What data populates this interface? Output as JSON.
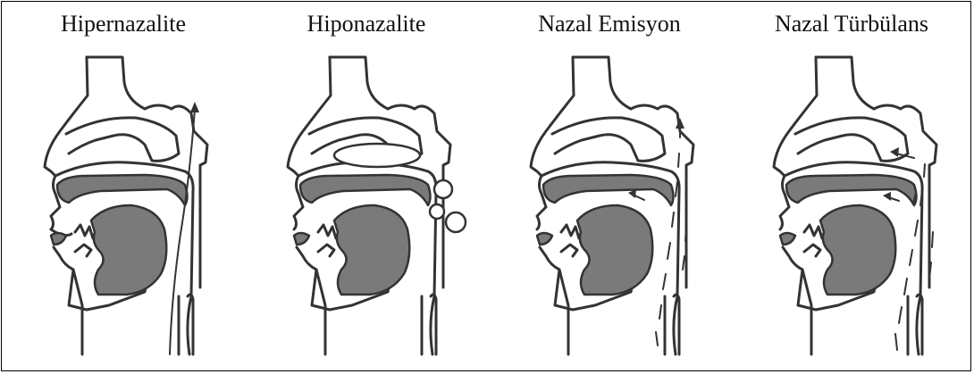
{
  "panels": [
    {
      "title": "Hipernazalite"
    },
    {
      "title": "Hiponazalite"
    },
    {
      "title": "Nazal Emisyon"
    },
    {
      "title": "Nazal Türbülans"
    }
  ],
  "colors": {
    "tissue": "#7a7a7a",
    "outline": "#333333",
    "background": "#ffffff",
    "border": "#000000"
  }
}
